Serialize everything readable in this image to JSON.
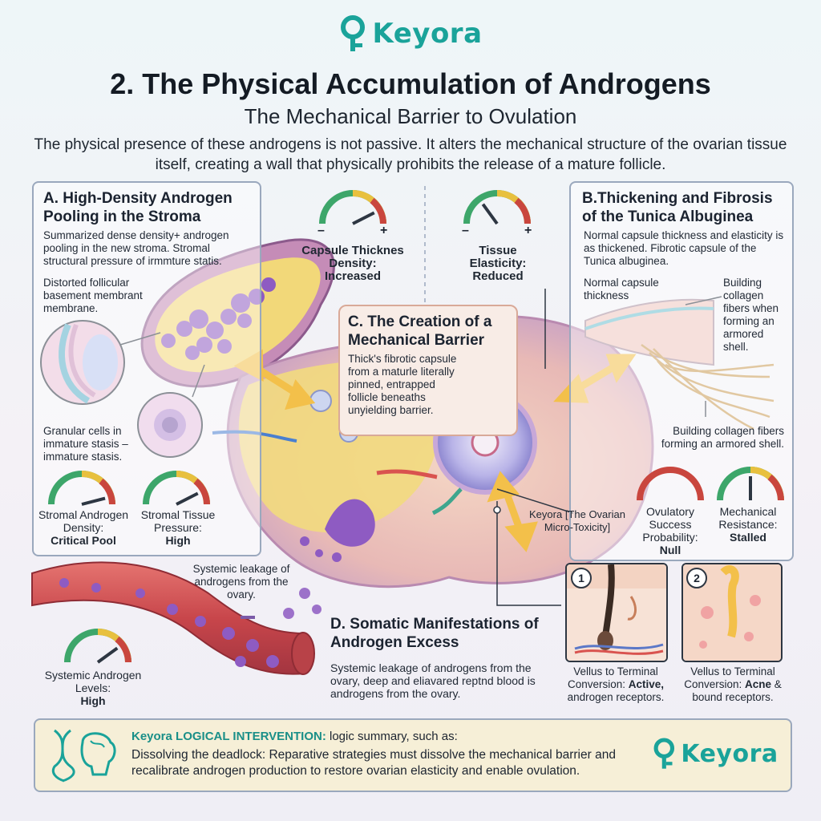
{
  "brand": {
    "logo_text": "Keyora"
  },
  "header": {
    "title": "2. The Physical Accumulation of Androgens",
    "subtitle": "The Mechanical Barrier to Ovulation",
    "intro": "The physical presence of these androgens is not passive. It alters the mechanical structure of the ovarian tissue itself, creating a wall that physically prohibits the release of a mature follicle."
  },
  "gauges_top": [
    {
      "label": "Capsule Thicknes Density:",
      "value": "Increased",
      "minus": "–",
      "plus": "+",
      "level": 0.85
    },
    {
      "label": "Tissue Elasticity:",
      "value": "Reduced",
      "minus": "–",
      "plus": "+",
      "level": 0.3
    }
  ],
  "panel_a": {
    "title": "A. High-Density Androgen Pooling in the Stroma",
    "text": "Summarized dense density+ androgen pooling in the new stroma. Stromal structural pressure of irmmture statis.",
    "label_membrane": "Distorted follicular basement membrant membrane.",
    "label_granular": "Granular cells in immature stasis – immature stasis.",
    "gauges": [
      {
        "label": "Stromal Androgen Density:",
        "value": "Critical Pool",
        "level": 0.92
      },
      {
        "label": "Stromal Tissue Pressure:",
        "value": "High",
        "level": 0.85
      }
    ]
  },
  "panel_b": {
    "title": "B.Thickening and Fibrosis of the Tunica Albuginea",
    "text": "Normal capsule thickness and elasticity is as thickened. Fibrotic capsule of the Tunica albuginea.",
    "label_normal": "Normal capsule thickness",
    "label_building": "Building collagen fibers when forming an armored shell.",
    "label_building2": "Building collagen fibers forming an armored shell.",
    "gauges": [
      {
        "label": "Ovulatory Success Probability:",
        "value": "Null",
        "level": 0.0
      },
      {
        "label": "Mechanical Resistance:",
        "value": "Stalled",
        "level": 0.5
      }
    ]
  },
  "panel_c": {
    "title": "C. The Creation of a Mechanical Barrier",
    "text": "Thick's fibrotic capsule from a maturle literally pinned, entrapped follicle beneaths unyielding barrier."
  },
  "ovary_label": "Keyora [The Ovarian Micro-Toxicity]",
  "systemic": {
    "leak_label": "Systemic leakage of androgens from the ovary.",
    "gauge": {
      "label": "Systemic Androgen Levels:",
      "value": "High",
      "level": 0.8
    }
  },
  "panel_d": {
    "title": "D. Somatic Manifestations of Androgen Excess",
    "text": "Systemic leakage of androgens from the ovary, deep and eliavared reptnd blood is androgens from the ovary.",
    "insets": [
      {
        "num": "1",
        "caption_pre": "Vellus to Terminal Conversion: ",
        "caption_bold": "Active,",
        "caption_post": " androgen receptors."
      },
      {
        "num": "2",
        "caption_pre": "Vellus to Terminal Conversion: ",
        "caption_bold": "Acne",
        "caption_post": " & bound receptors."
      }
    ]
  },
  "intervention": {
    "heading": "Keyora LOGICAL INTERVENTION:",
    "heading_rest": " logic summary, such as:",
    "text": "Dissolving the deadlock: Reparative strategies must dissolve the mechanical barrier and recalibrate androgen production to restore ovarian elasticity and enable ovulation."
  },
  "colors": {
    "brand": "#1aa39a",
    "arrow": "#f3c04a",
    "androgen": "#8e5bc2",
    "vessel": "#d9534f"
  }
}
